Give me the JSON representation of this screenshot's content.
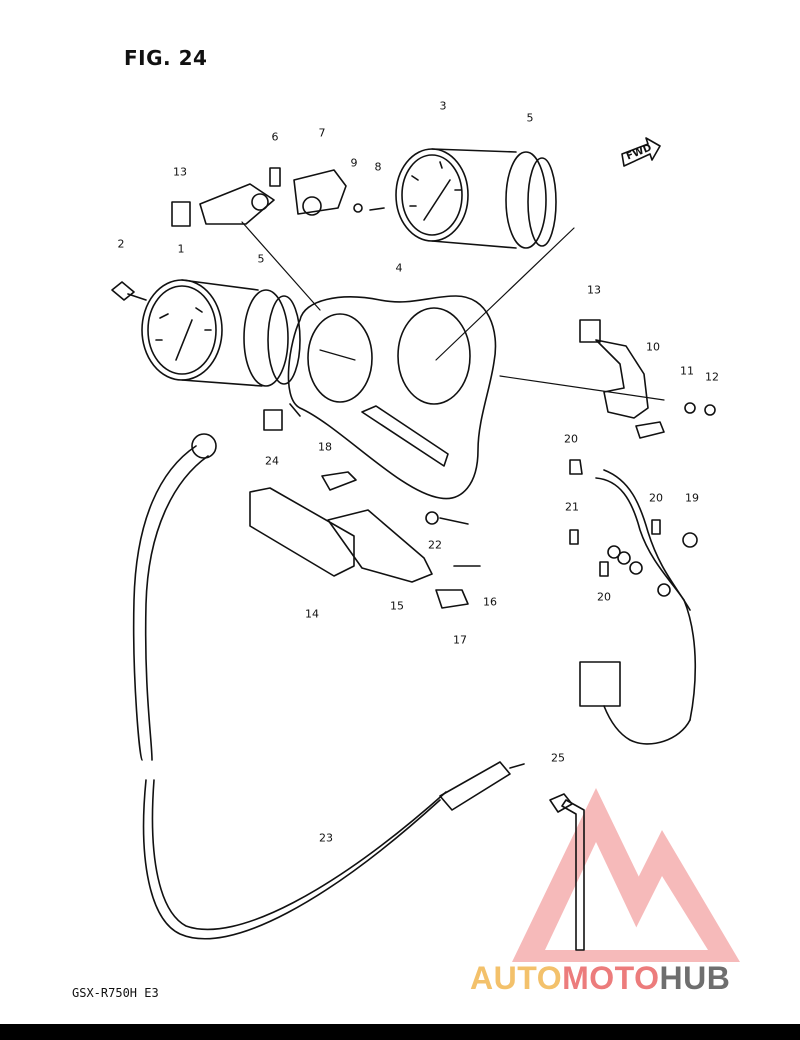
{
  "figure_title": "FIG. 24",
  "model_code": "GSX-R750H E3",
  "watermark": {
    "part1": "AUTO",
    "part2": "MOTO",
    "part3": "HUB"
  },
  "direction_badge": "FWD",
  "part_numbers": [
    "1",
    "2",
    "3",
    "4",
    "5",
    "5",
    "6",
    "7",
    "8",
    "9",
    "10",
    "11",
    "12",
    "13",
    "13",
    "14",
    "15",
    "16",
    "17",
    "18",
    "19",
    "20",
    "20",
    "20",
    "21",
    "22",
    "23",
    "24",
    "25"
  ]
}
